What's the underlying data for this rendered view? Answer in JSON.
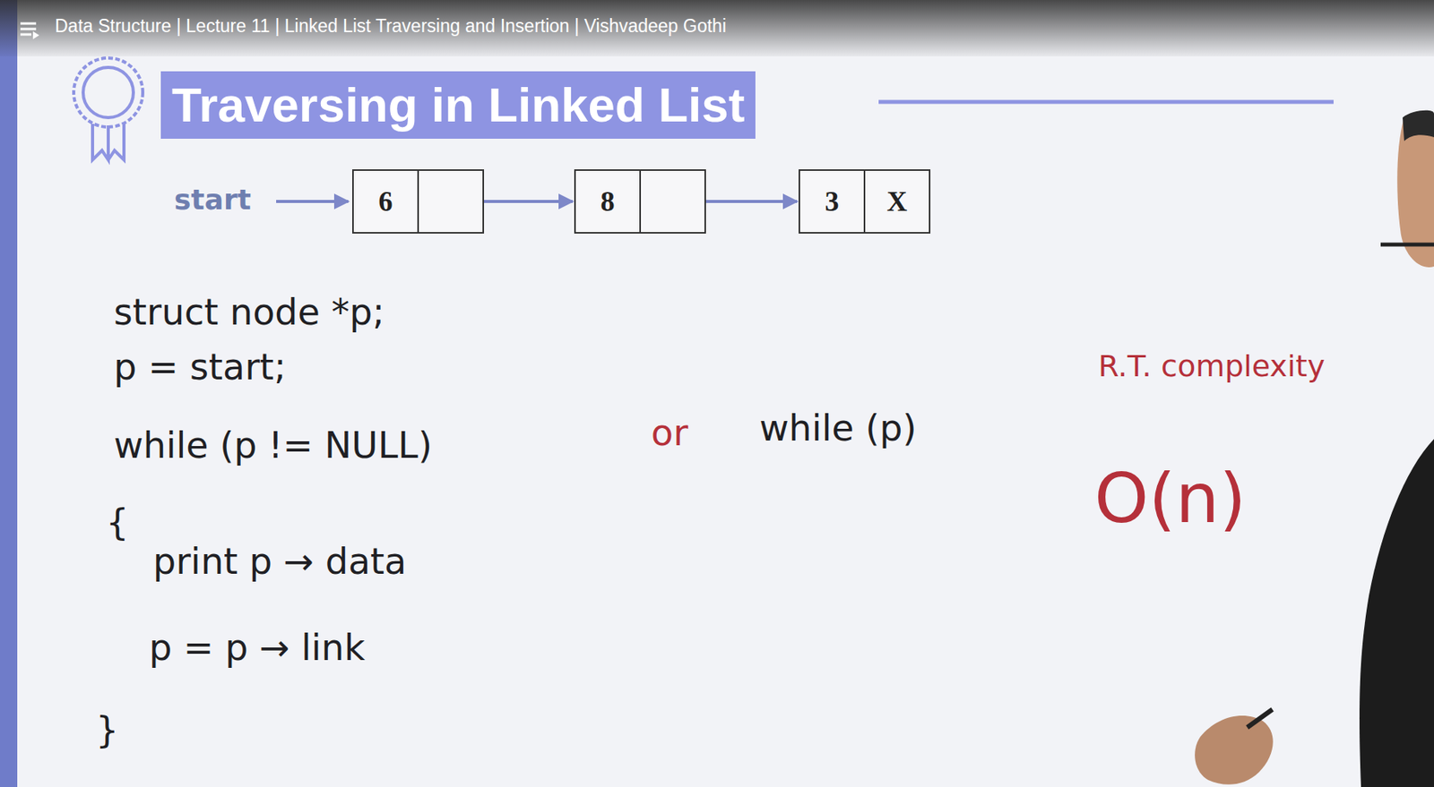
{
  "diagram": {
    "title": "Traversing in Linked List",
    "nodes": [
      {
        "text": [
          "6"
        ]
      },
      {
        "text": [
          "8"
        ]
      },
      {
        "text": [
          "3",
          "X"
        ]
      }
    ],
    "edges": [
      {
        "from": 0,
        "to": 1,
        "arrow": "to"
      },
      {
        "from": 1,
        "to": 2,
        "arrow": "to"
      }
    ],
    "labels": [
      "Data Structure | Lecture 11 | Linked List Traversing and Insertion | Vishvadeep Gothi",
      "start",
      "struct node *p;",
      "p = start;",
      "while (p != NULL)",
      "or",
      "while (p)",
      "{",
      "print p → data",
      "p = p → link",
      "}",
      "R.T. complexity",
      "O(n)"
    ]
  }
}
